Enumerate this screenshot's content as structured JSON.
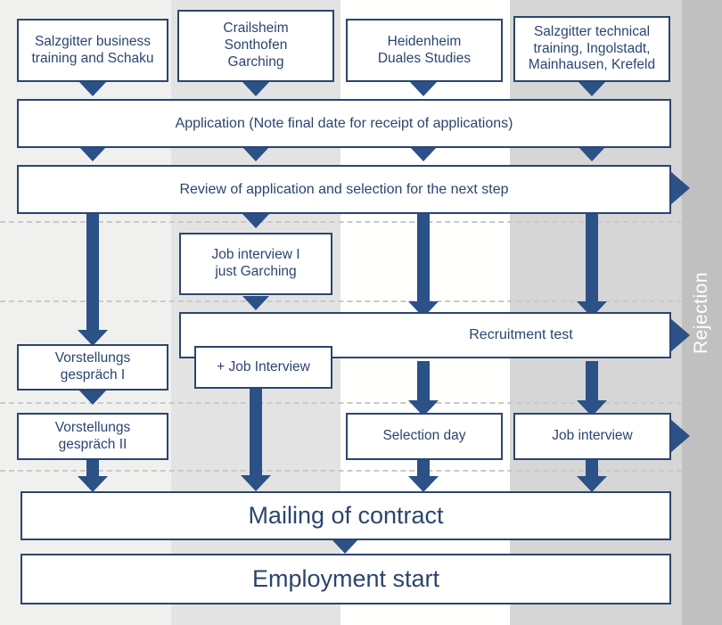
{
  "diagram": {
    "title": "Application process flow chart",
    "colors": {
      "box_border": "#2b4570",
      "arrow": "#2b5186",
      "text": "#2b4570",
      "rejection_bar": "#c0c0c0",
      "rejection_text": "#ffffff",
      "column_1": "#f0f0ef",
      "column_2": "#e3e3e3",
      "column_3": "#fffffd",
      "column_4": "#d6d6d6",
      "dashed_line": "#c9c9c9"
    },
    "rejection_label": "Rejection",
    "columns": [
      {
        "name": "salzgitter-business"
      },
      {
        "name": "crailsheim-sonthofen-garching"
      },
      {
        "name": "heidenheim"
      },
      {
        "name": "salzgitter-technical"
      }
    ],
    "nodes": {
      "entry_1": "Salzgitter business\ntraining and Schaku",
      "entry_2": "Crailsheim\nSonthofen\nGarching",
      "entry_3": "Heidenheim\nDuales Studies",
      "entry_4": "Salzgitter technical\ntraining, Ingolstadt,\nMainhausen, Krefeld",
      "application": "Application (Note final date for receipt of applications)",
      "review": "Review of application and selection for the next step",
      "job_interview_garching": "Job interview I\njust Garching",
      "recruitment_test": "Recruitment test",
      "plus_job_interview": "+ Job Interview",
      "vorstellungsgespraech_1": "Vorstellungs\ngespräch I",
      "vorstellungsgespraech_2": "Vorstellungs\ngespräch II",
      "selection_day": "Selection day",
      "job_interview": "Job interview",
      "mailing_of_contract": "Mailing of contract",
      "employment_start": "Employment start"
    }
  }
}
